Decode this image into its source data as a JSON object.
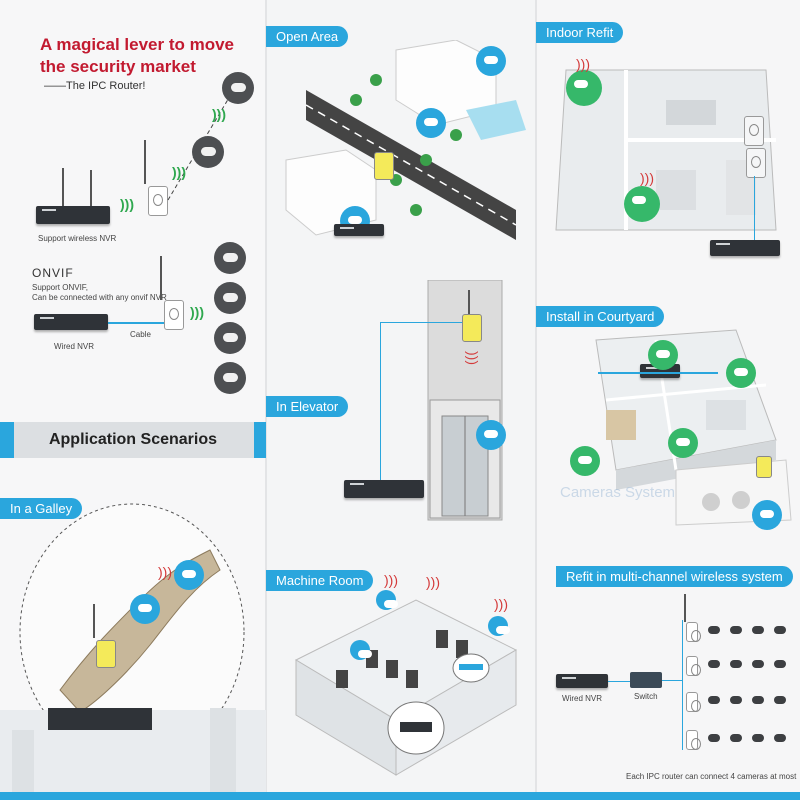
{
  "left": {
    "headline_line1": "A magical lever to move",
    "headline_line2": "the security market",
    "subline": "——The IPC Router!",
    "nvr_label": "Support wireless NVR",
    "onvif_logo": "ONVIF",
    "onvif_line1": "Support ONVIF,",
    "onvif_line2": "Can be connected with any onvif NVR",
    "cable_label": "Cable",
    "wired_label": "Wired NVR",
    "band_title": "Application Scenarios",
    "galley_tag": "In a Galley"
  },
  "middle": {
    "open_area_tag": "Open Area",
    "elevator_tag": "In Elevator",
    "machine_room_tag": "Machine Room"
  },
  "right": {
    "indoor_tag": "Indoor Refit",
    "courtyard_tag": "Install in Courtyard",
    "multi_tag": "Refit in multi-channel wireless system",
    "wired_nvr_label": "Wired  NVR",
    "switch_label": "Switch",
    "footer_note": "Each IPC router can connect 4 cameras at most"
  },
  "watermark": "Cameras System",
  "colors": {
    "accent_blue": "#2aa6dd",
    "headline_red": "#c21a30",
    "camera_green": "#36b86a",
    "router_yellow": "#f4ea5a"
  },
  "icons": [
    "camera-icon",
    "router-icon",
    "nvr-icon",
    "wifi-icon",
    "switch-icon"
  ]
}
